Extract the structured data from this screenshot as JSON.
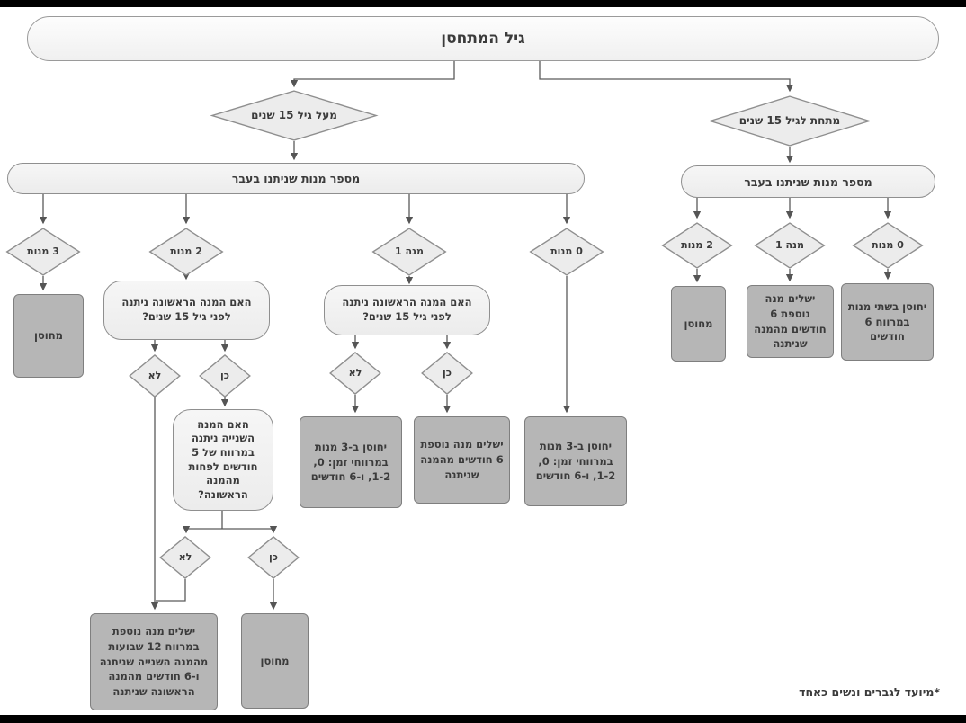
{
  "title": "גיל המתחסן",
  "footnote": "*מיועד לגברים ונשים כאחד",
  "labels": {
    "yes": "כן",
    "no": "לא"
  },
  "colors": {
    "shape-light": "#ececec",
    "shape-border": "#8f8f8f",
    "shape-dark": "#b6b6b6",
    "box-border": "#7f7f7f",
    "text": "#3b3b3b",
    "line": "#5a5a5a",
    "bar": "#000000"
  },
  "left": {
    "condition": "מעל גיל 15 שנים",
    "doses_header": "מספר מנות שניתנו בעבר",
    "dose_3": "3 מנות",
    "dose_2": "2 מנות",
    "dose_1": "מנה 1",
    "dose_0": "0 מנות",
    "dose3_result": "מחוסן",
    "q_first_dose_before_15": "האם המנה הראשונה ניתנה לפני גיל 15 שנים?",
    "q_second_dose_interval": "האם המנה השנייה ניתנה במרווח של 5 חודשים לפחות מהמנה הראשונה?",
    "result_3_doses_schedule": "יחוסן ב-3 מנות במרווחי זמן: 0, 1-2, ו-6 חודשים",
    "result_additional_dose_6m": "ישלים מנה נוספת 6 חודשים מהמנה שניתנה",
    "result_vaccinated": "מחוסן",
    "result_additional_dose_12w": "ישלים מנה נוספת במרווח 12 שבועות מהמנה השנייה שניתנה ו-6 חודשים מהמנה הראשונה שניתנה"
  },
  "right": {
    "condition": "מתחת לגיל 15 שנים",
    "doses_header": "מספר מנות שניתנו בעבר",
    "dose_2": "2 מנות",
    "dose_1": "מנה 1",
    "dose_0": "0 מנות",
    "dose2_result": "מחוסן",
    "dose1_result": "ישלים מנה נוספת 6 חודשים מהמנה שניתנה",
    "dose0_result": "יחוסן בשתי מנות במרווח 6 חודשים"
  }
}
